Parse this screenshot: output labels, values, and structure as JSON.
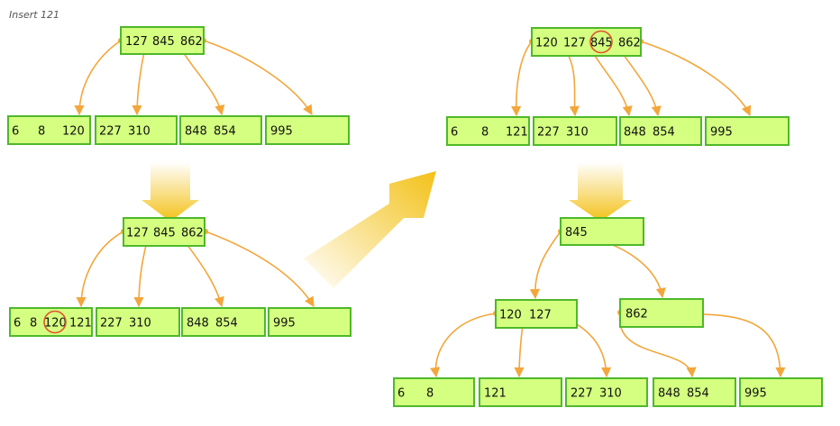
{
  "caption": "Insert 121",
  "colors": {
    "node_fill": "#d4ff80",
    "node_border": "#4fb82b",
    "pointer": "#f3a63b",
    "highlight": "#e0542c",
    "arrow": "#f3c117"
  },
  "panels": {
    "p1": {
      "root": [
        "127",
        "845",
        "862"
      ],
      "leaves": [
        [
          "6",
          "8",
          "120"
        ],
        [
          "227",
          "310"
        ],
        [
          "848",
          "854"
        ],
        [
          "995"
        ]
      ]
    },
    "p2": {
      "root": [
        "127",
        "845",
        "862"
      ],
      "leaves": [
        [
          "6",
          "8",
          "120",
          "121"
        ],
        [
          "227",
          "310"
        ],
        [
          "848",
          "854"
        ],
        [
          "995"
        ]
      ],
      "highlighted_key": "120"
    },
    "p3": {
      "root": [
        "120",
        "127",
        "845",
        "862"
      ],
      "leaves": [
        [
          "6",
          "8",
          "121"
        ],
        [
          "227",
          "310"
        ],
        [
          "848",
          "854"
        ],
        [
          "995"
        ]
      ],
      "highlighted_key": "845"
    },
    "p4": {
      "root": [
        "845"
      ],
      "internal": [
        [
          "120",
          "127"
        ],
        [
          "862"
        ]
      ],
      "leaves": [
        [
          "6",
          "8"
        ],
        [
          "121"
        ],
        [
          "227",
          "310"
        ],
        [
          "848",
          "854"
        ],
        [
          "995"
        ]
      ]
    }
  }
}
